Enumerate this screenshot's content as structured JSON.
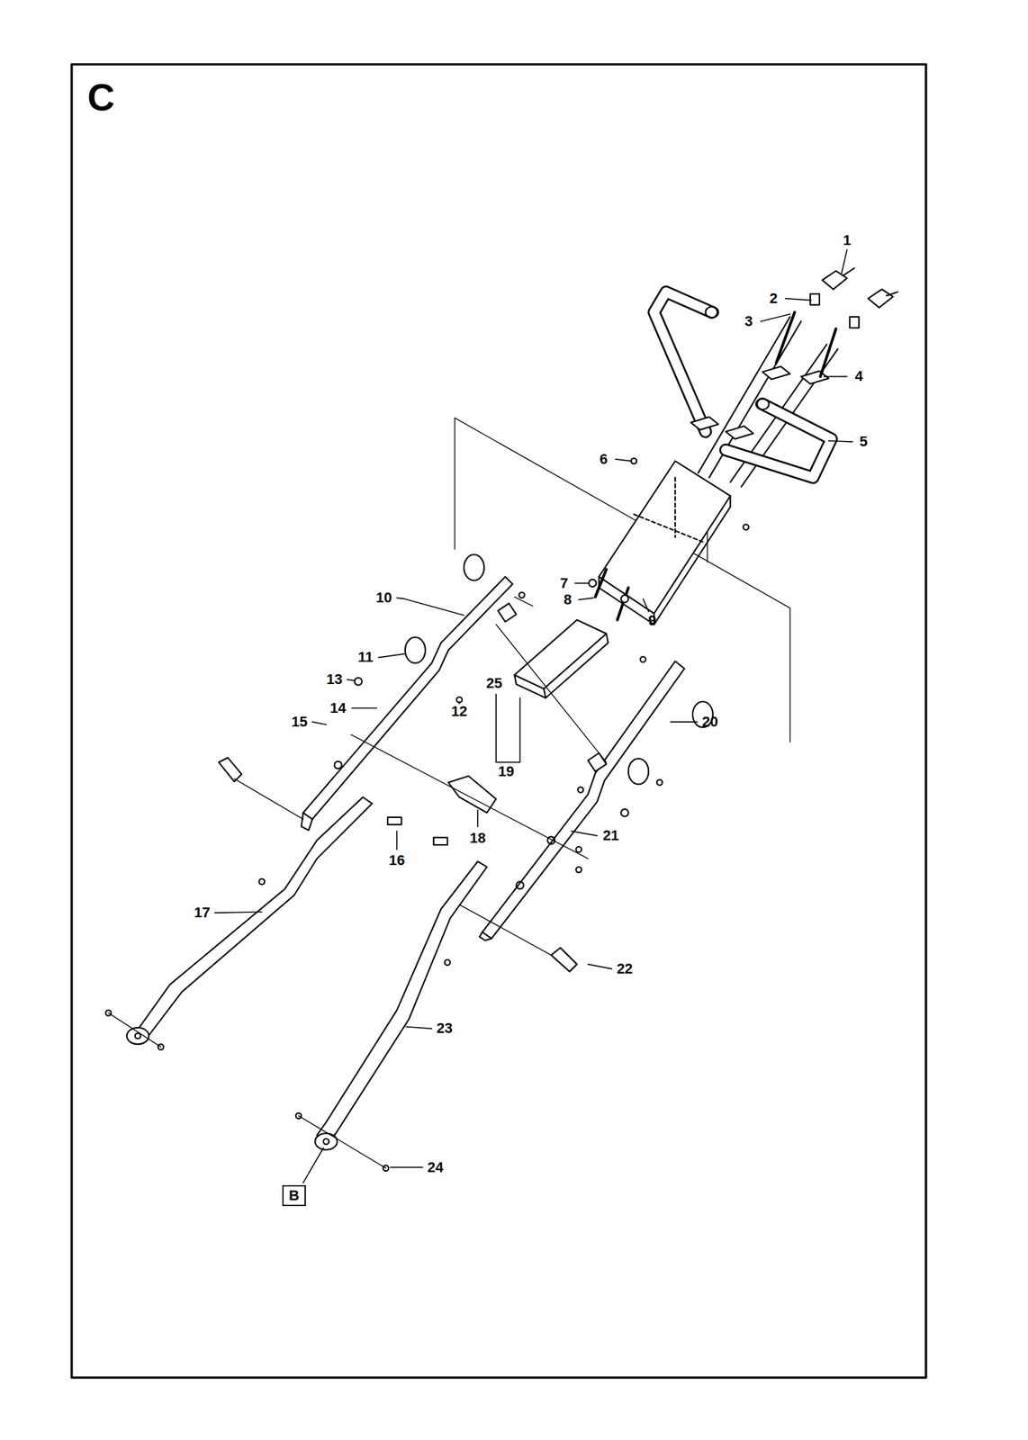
{
  "diagram": {
    "title": "C",
    "nodes": [
      {
        "text": [
          "B"
        ]
      }
    ],
    "labels": [
      "1",
      "2",
      "3",
      "4",
      "5",
      "6",
      "7",
      "10",
      "8",
      "9",
      "25",
      "11",
      "13",
      "12",
      "14",
      "15",
      "20",
      "19",
      "21",
      "18",
      "16",
      "17",
      "22",
      "23",
      "24"
    ]
  }
}
